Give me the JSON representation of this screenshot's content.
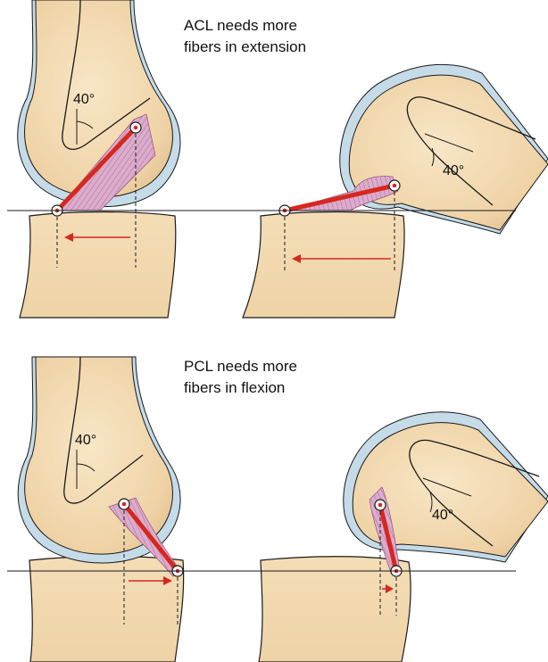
{
  "captions": {
    "acl_line1": "ACL needs more",
    "acl_line2": "fibers in extension",
    "pcl_line1": "PCL needs more",
    "pcl_line2": "fibers in flexion"
  },
  "angles": {
    "acl_extension": "40°",
    "acl_flexion": "40°",
    "pcl_extension": "40°",
    "pcl_flexion": "40°"
  },
  "colors": {
    "bone": "#f3dcb4",
    "bone_shade": "#dcb98a",
    "cartilage": "#c5dbe8",
    "ligament": "#d9a6c4",
    "ligament_line": "#9c5a86",
    "vector": "#d6281f",
    "outline": "#1a1a1a"
  }
}
